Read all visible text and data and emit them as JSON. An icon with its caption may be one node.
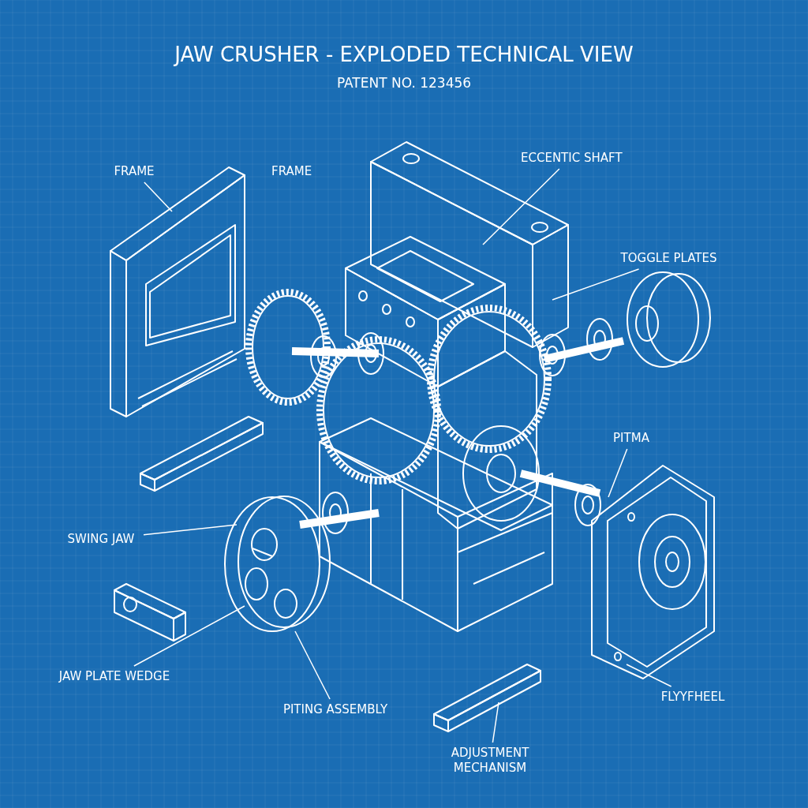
{
  "diagram": {
    "title": "JAW CRUSHER - EXPLODED TECHNICAL VIEW",
    "caption": "PATENT NO. 123456",
    "nodes": [
      {
        "text": [
          "FRAME"
        ]
      },
      {
        "text": [
          "ECCENTIC SHAFT"
        ]
      },
      {
        "text": [
          "TOGGLE PLATES"
        ]
      },
      {
        "text": [
          "PITMA"
        ]
      },
      {
        "text": [
          "SWING JAW"
        ]
      },
      {
        "text": [
          "JAW PLATE WEDGE"
        ]
      },
      {
        "text": [
          "PITING ASSEMBLY"
        ]
      },
      {
        "text": [
          "ADJUSTMENT MECHANISM"
        ]
      },
      {
        "text": [
          "FLYYFHEEL"
        ]
      }
    ],
    "edges": [
      {
        "from": 0,
        "to": null,
        "arrow": "none"
      },
      {
        "from": 1,
        "to": null,
        "arrow": "none"
      },
      {
        "from": 2,
        "to": null,
        "arrow": "none"
      },
      {
        "from": 3,
        "to": null,
        "arrow": "none"
      },
      {
        "from": 4,
        "to": null,
        "arrow": "none"
      },
      {
        "from": 5,
        "to": null,
        "arrow": "none"
      },
      {
        "from": 6,
        "to": null,
        "arrow": "none"
      },
      {
        "from": 7,
        "to": null,
        "arrow": "none"
      },
      {
        "from": 8,
        "to": null,
        "arrow": "none"
      }
    ],
    "labels": [
      "FRAME"
    ]
  }
}
